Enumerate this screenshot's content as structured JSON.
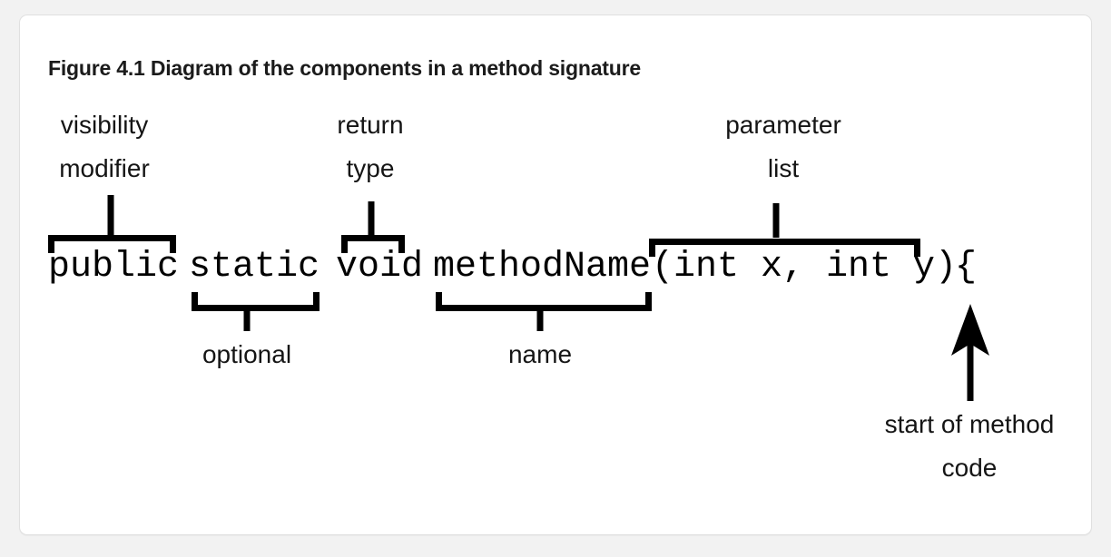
{
  "figure": {
    "title": "Figure 4.1 Diagram of the components in a method signature",
    "code_line": "public static void methodName(int x, int y) {",
    "code_tokens": {
      "visibility": "public",
      "static": "static",
      "return_type": "void",
      "name": "methodName",
      "params": "(int x, int y)",
      "brace": "{"
    },
    "labels": {
      "visibility_modifier_line1": "visibility",
      "visibility_modifier_line2": "modifier",
      "return_type_line1": "return",
      "return_type_line2": "type",
      "parameter_list_line1": "parameter",
      "parameter_list_line2": "list",
      "optional": "optional",
      "name": "name",
      "start_of_method_line1": "start of method",
      "start_of_method_line2": "code"
    },
    "colors": {
      "page_background": "#f2f2f2",
      "card_background": "#ffffff",
      "card_border": "#e0e0e0",
      "ink": "#000000",
      "title_ink": "#1b1b1b"
    }
  }
}
